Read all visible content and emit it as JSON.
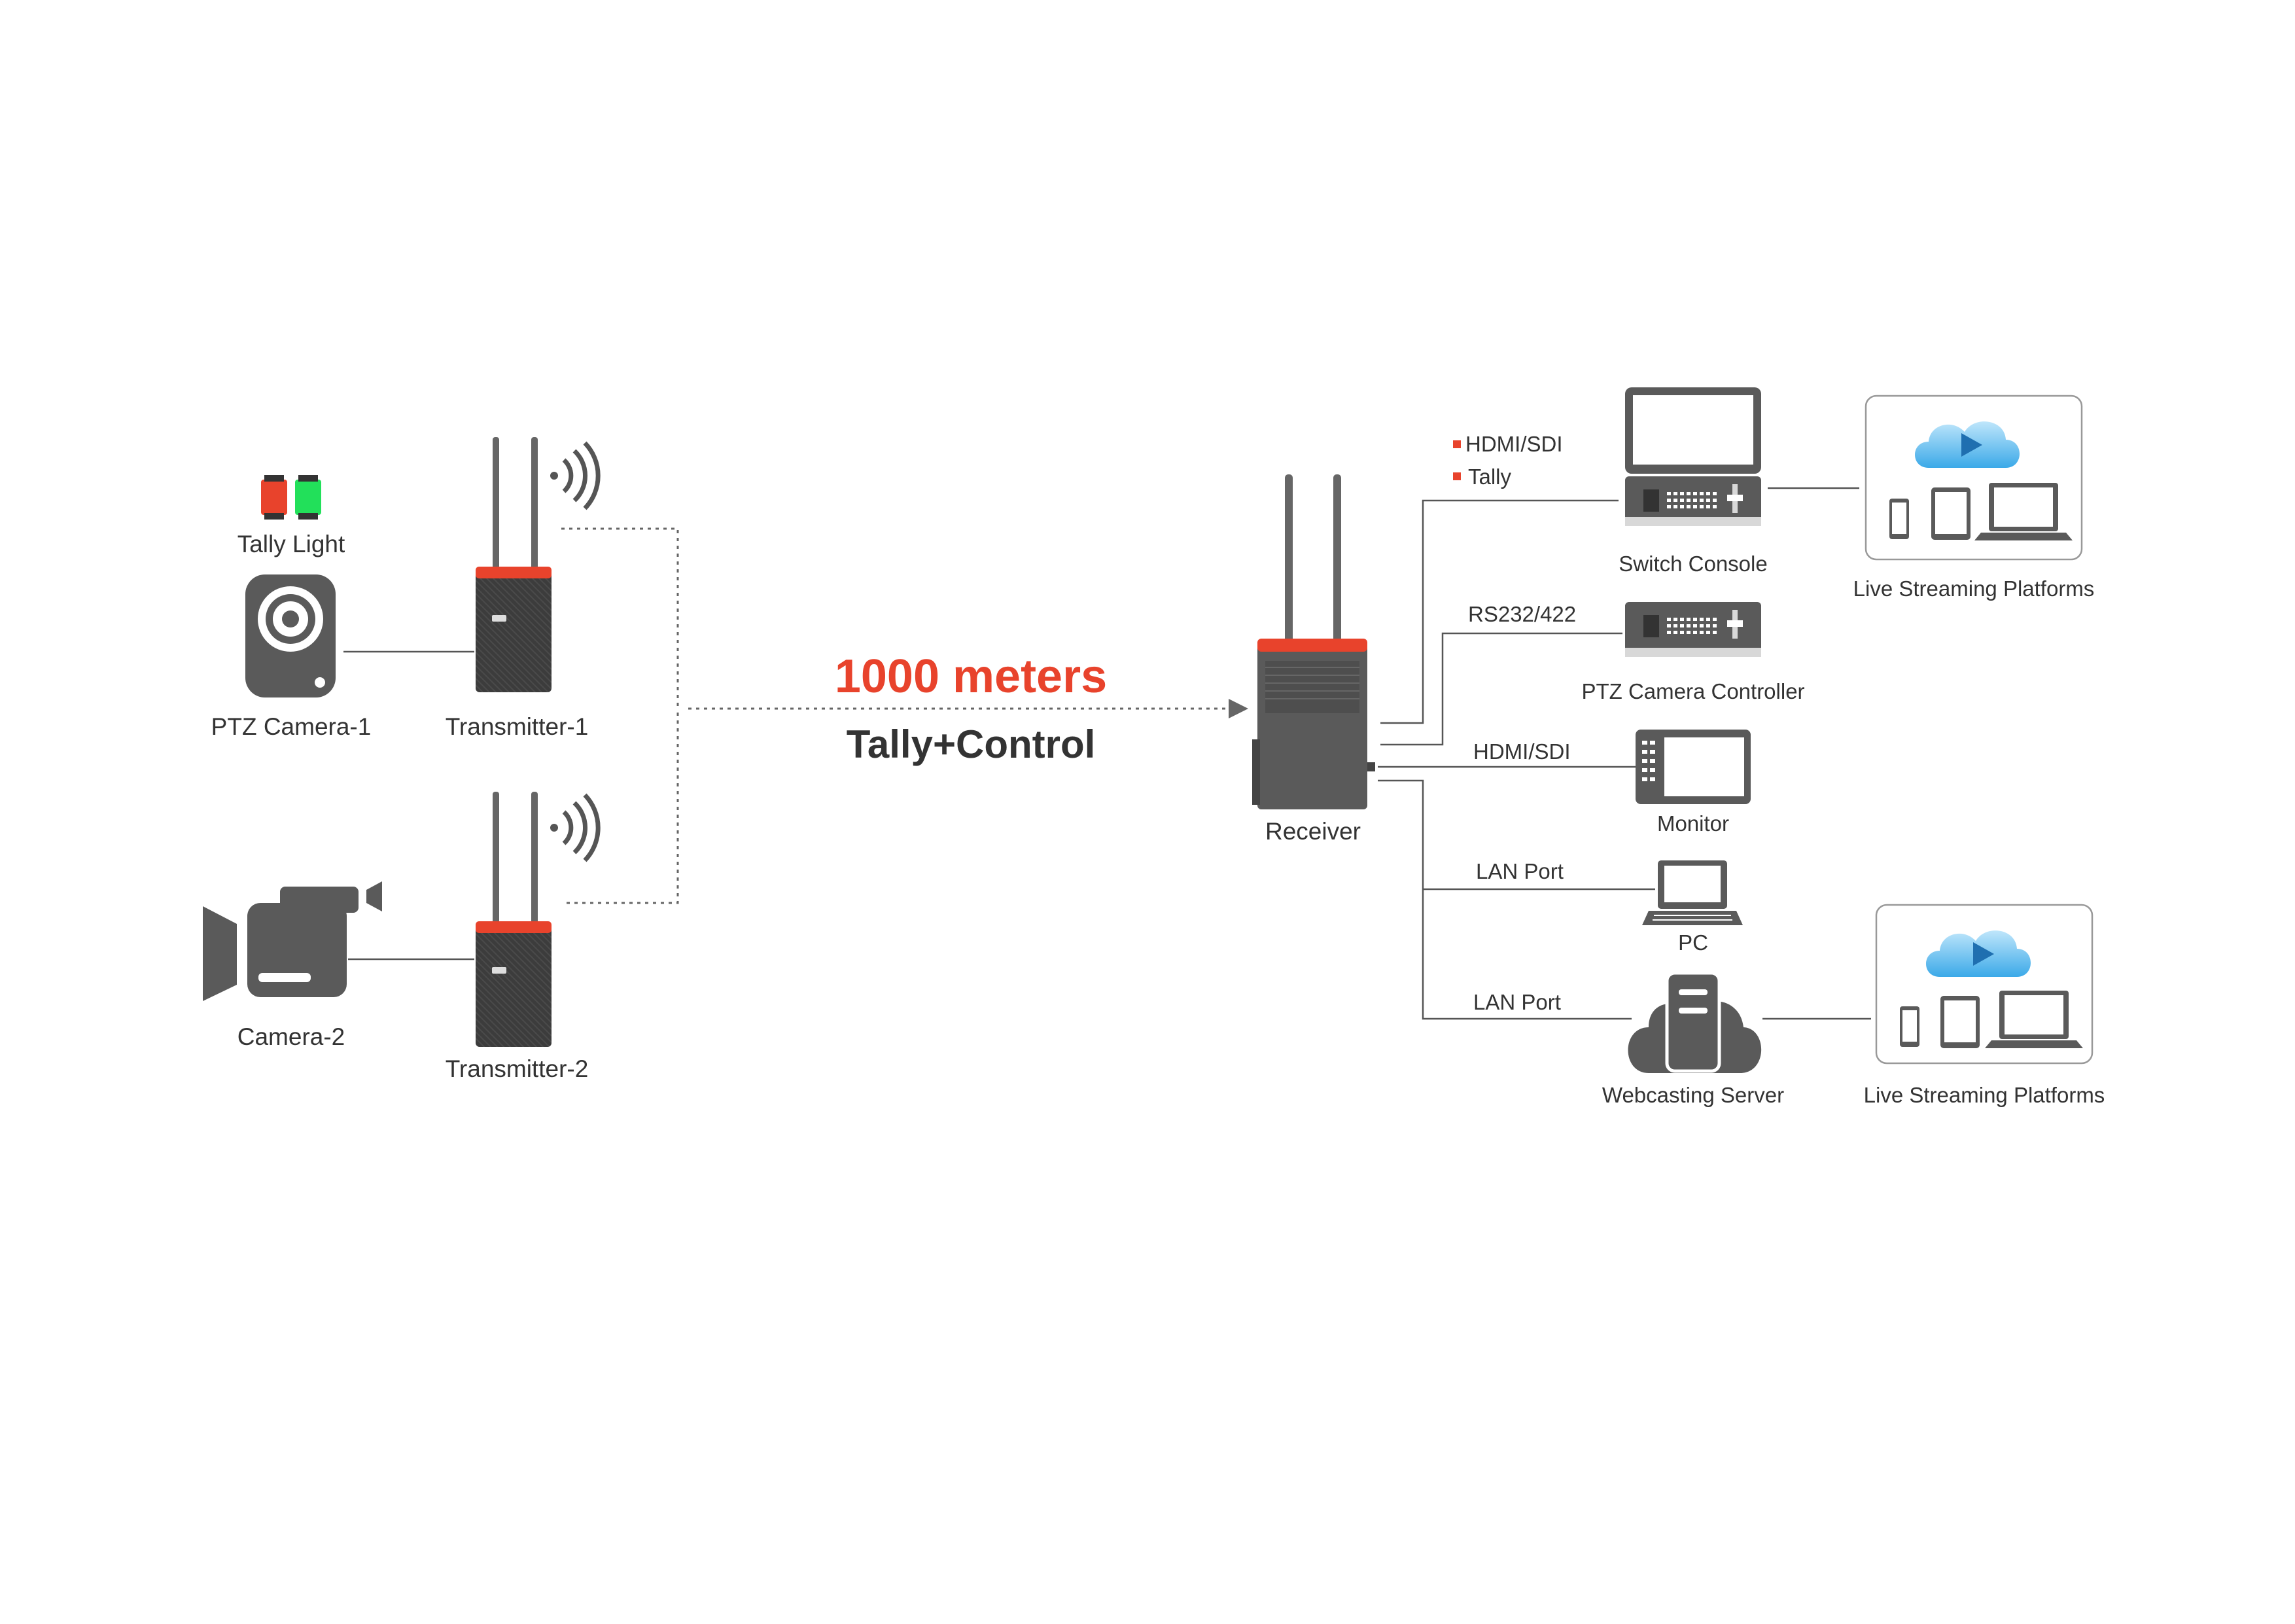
{
  "distance": {
    "value": "1000 meters",
    "subtitle": "Tally+Control"
  },
  "left_devices": {
    "tally_light": {
      "label": "Tally Light",
      "colors": [
        "#e8432c",
        "#22e05a"
      ]
    },
    "ptz_camera_1": {
      "label": "PTZ Camera-1"
    },
    "camera_2": {
      "label": "Camera-2"
    },
    "transmitter_1": {
      "label": "Transmitter-1"
    },
    "transmitter_2": {
      "label": "Transmitter-2"
    }
  },
  "receiver": {
    "label": "Receiver"
  },
  "outputs": {
    "switch_console": {
      "label": "Switch Console",
      "signals": [
        "HDMI/SDI",
        "Tally"
      ]
    },
    "ptz_controller": {
      "label": "PTZ Camera Controller",
      "signal": "RS232/422"
    },
    "monitor": {
      "label": "Monitor",
      "signal": "HDMI/SDI"
    },
    "pc": {
      "label": "PC",
      "signal": "LAN Port"
    },
    "webcasting_server": {
      "label": "Webcasting Server",
      "signal": "LAN Port"
    }
  },
  "streaming": {
    "platform_1": {
      "label": "Live Streaming Platforms"
    },
    "platform_2": {
      "label": "Live Streaming Platforms"
    }
  },
  "colors": {
    "accent": "#e8432c",
    "device_gray": "#5a5a5a",
    "cloud_blue": "#3ba9e8"
  }
}
